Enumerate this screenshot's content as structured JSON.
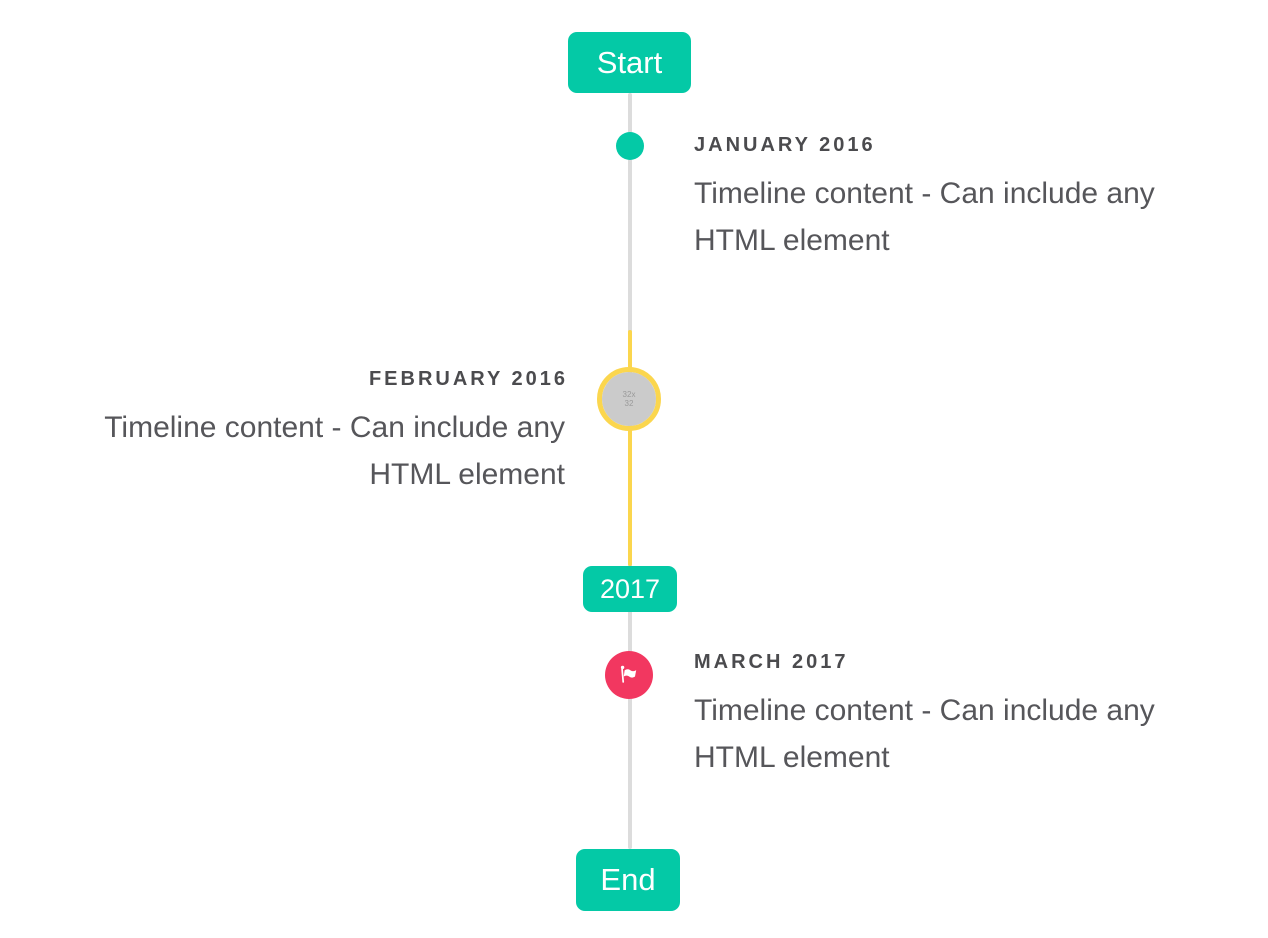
{
  "colors": {
    "teal": "#04c9a6",
    "yellow": "#fbd64e",
    "red": "#f23760",
    "line_gray": "#dcdcdc",
    "circle_gray": "#cbcbcb",
    "heading_text": "#4b4b4e",
    "body_text": "#56565a",
    "label_text": "#ffffff"
  },
  "timeline": {
    "start_label": "Start",
    "year_badge": "2017",
    "end_label": "End",
    "events": [
      {
        "date": "JANUARY 2016",
        "content": "Timeline content - Can include any HTML element",
        "side": "right",
        "marker": "teal-dot"
      },
      {
        "date": "FEBRUARY 2016",
        "content": "Timeline content - Can include any HTML element",
        "side": "left",
        "marker": "image-circle",
        "image_alt": "32x32"
      },
      {
        "date": "MARCH 2017",
        "content": "Timeline content - Can include any HTML element",
        "side": "right",
        "marker": "flag-circle"
      }
    ]
  }
}
